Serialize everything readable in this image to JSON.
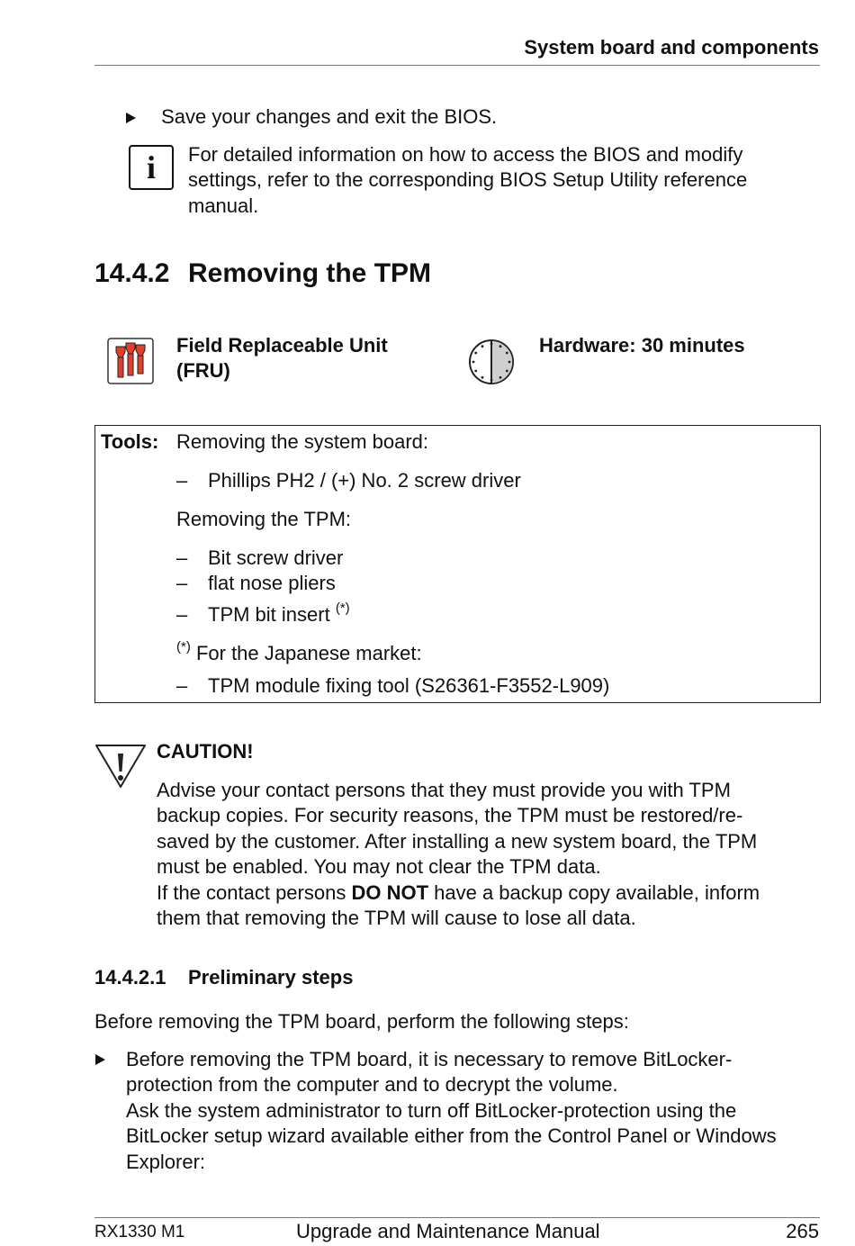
{
  "header": {
    "title": "System board and components"
  },
  "bullet1": "Save your changes and exit the BIOS.",
  "info": {
    "icon": "info-icon",
    "lines": [
      "For detailed information on how to access the BIOS and modify",
      "settings, refer to the corresponding BIOS Setup Utility reference",
      "manual."
    ]
  },
  "section": {
    "number": "14.4.2",
    "title": "Removing the TPM"
  },
  "fru": {
    "line1": "Field Replaceable Unit",
    "line2": "(FRU)"
  },
  "hardware": "Hardware: 30 minutes",
  "tools": {
    "label": "Tools:",
    "group1_heading": "Removing the system board:",
    "group1_items": [
      "Phillips PH2 / (+) No. 2 screw driver"
    ],
    "group2_heading": "Removing the TPM:",
    "group2_items": [
      "Bit screw driver",
      "flat nose pliers",
      "TPM bit insert"
    ],
    "star": "(*)",
    "footnote": "For the Japanese market:",
    "group3_items": [
      "TPM module fixing tool (S26361-F3552-L909)"
    ]
  },
  "caution": {
    "title": "CAUTION!",
    "lines": [
      "Advise your contact persons that they must provide you with TPM",
      "backup copies. For security reasons, the TPM must be restored/re-",
      "saved by the customer. After installing a new system board, the TPM",
      "must be enabled. You may not clear the TPM data."
    ],
    "line5_pre": "If the contact persons ",
    "line5_bold": "DO NOT",
    "line5_post": " have a backup copy available, inform",
    "line6": "them that removing the TPM will cause to lose all data."
  },
  "subsection": {
    "number": "14.4.2.1",
    "title": "Preliminary steps"
  },
  "intro": "Before removing the TPM board, perform the following steps:",
  "step": {
    "lines": [
      "Before removing the TPM board, it is necessary to remove BitLocker-",
      "protection from the computer and to decrypt the volume.",
      "Ask the system administrator to turn off BitLocker-protection using the",
      "BitLocker setup wizard available either from the Control Panel or Windows",
      "Explorer:"
    ]
  },
  "footer": {
    "left": "RX1330 M1",
    "center": "Upgrade and Maintenance Manual",
    "right": "265"
  }
}
